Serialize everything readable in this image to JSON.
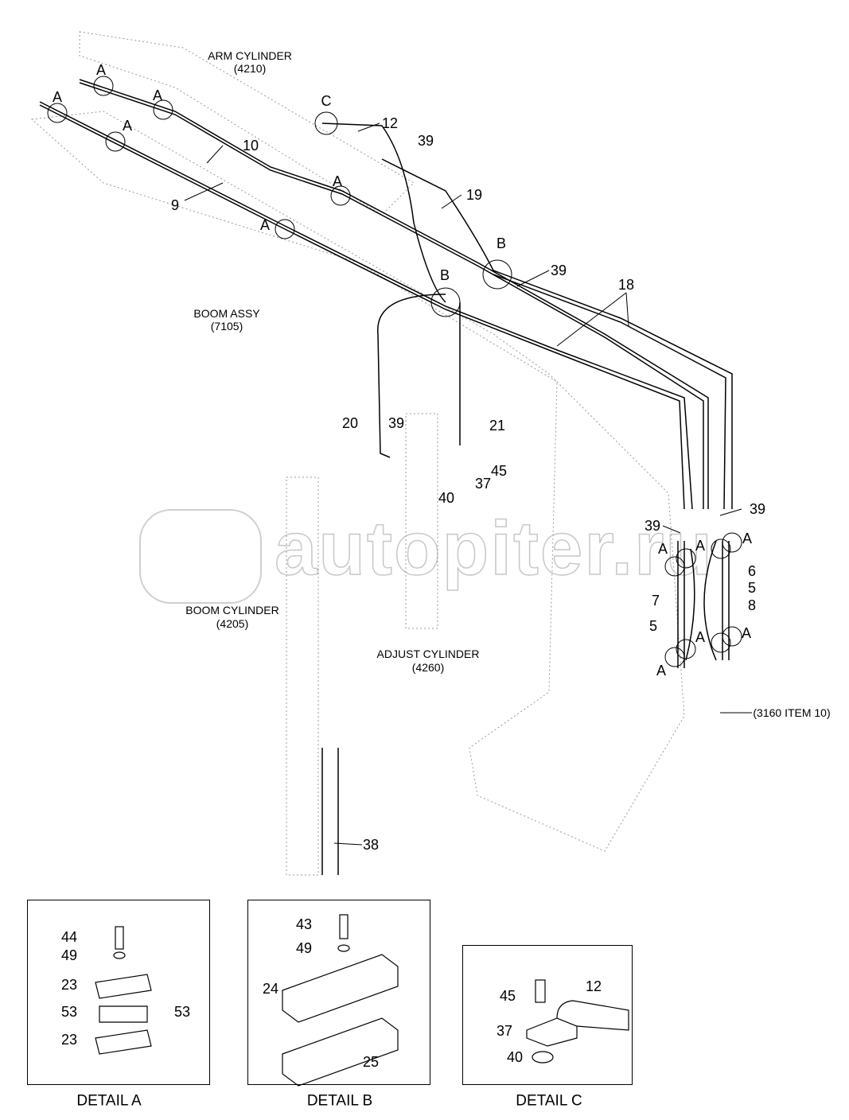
{
  "watermark": "autopiter.ru",
  "components": {
    "arm_cylinder": "ARM CYLINDER",
    "arm_cylinder_no": "(4210)",
    "boom_assy": "BOOM ASSY",
    "boom_assy_no": "(7105)",
    "boom_cylinder": "BOOM CYLINDER",
    "boom_cylinder_no": "(4205)",
    "adjust_cylinder": "ADJUST CYLINDER",
    "adjust_cylinder_no": "(4260)",
    "ref": "(3160 ITEM 10)"
  },
  "callouts": [
    "A",
    "A",
    "A",
    "A",
    "C",
    "12",
    "39",
    "10",
    "A",
    "19",
    "9",
    "A",
    "B",
    "39",
    "B",
    "18",
    "20",
    "39",
    "21",
    "45",
    "37",
    "40",
    "39",
    "39",
    "A",
    "A",
    "A",
    "6",
    "5",
    "7",
    "8",
    "5",
    "A",
    "A",
    "A",
    "38"
  ],
  "details": {
    "a": {
      "title": "DETAIL A",
      "parts": [
        "44",
        "49",
        "23",
        "53",
        "53",
        "23"
      ]
    },
    "b": {
      "title": "DETAIL B",
      "parts": [
        "43",
        "49",
        "24",
        "25"
      ]
    },
    "c": {
      "title": "DETAIL C",
      "parts": [
        "45",
        "12",
        "37",
        "40"
      ]
    }
  }
}
